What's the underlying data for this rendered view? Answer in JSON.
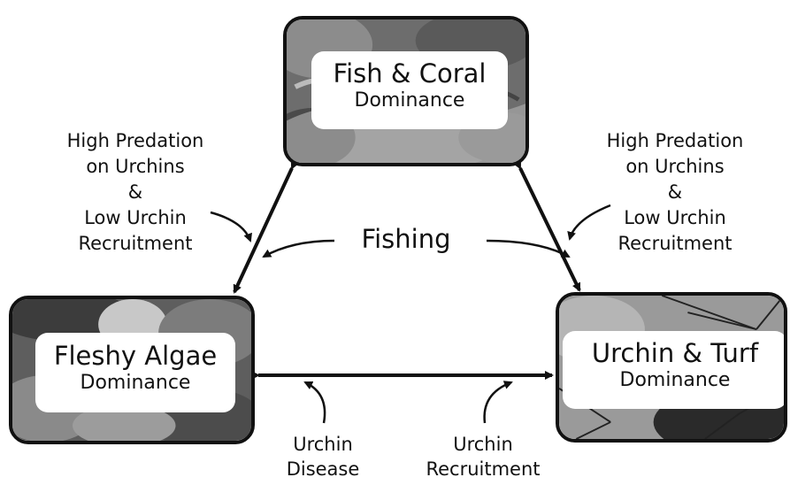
{
  "nodes": {
    "fish_coral": {
      "title": "Fish & Coral",
      "subtitle": "Dominance"
    },
    "fleshy_algae": {
      "title": "Fleshy Algae",
      "subtitle": "Dominance"
    },
    "urchin_turf": {
      "title": "Urchin & Turf",
      "subtitle": "Dominance"
    }
  },
  "labels": {
    "left_driver": {
      "line1": "High Predation",
      "line2": "on Urchins",
      "line3": "&",
      "line4": "Low Urchin",
      "line5": "Recruitment"
    },
    "right_driver": {
      "line1": "High Predation",
      "line2": "on Urchins",
      "line3": "&",
      "line4": "Low Urchin",
      "line5": "Recruitment"
    },
    "fishing": "Fishing",
    "urchin_disease": {
      "line1": "Urchin",
      "line2": "Disease"
    },
    "urchin_recruitment": {
      "line1": "Urchin",
      "line2": "Recruitment"
    }
  }
}
